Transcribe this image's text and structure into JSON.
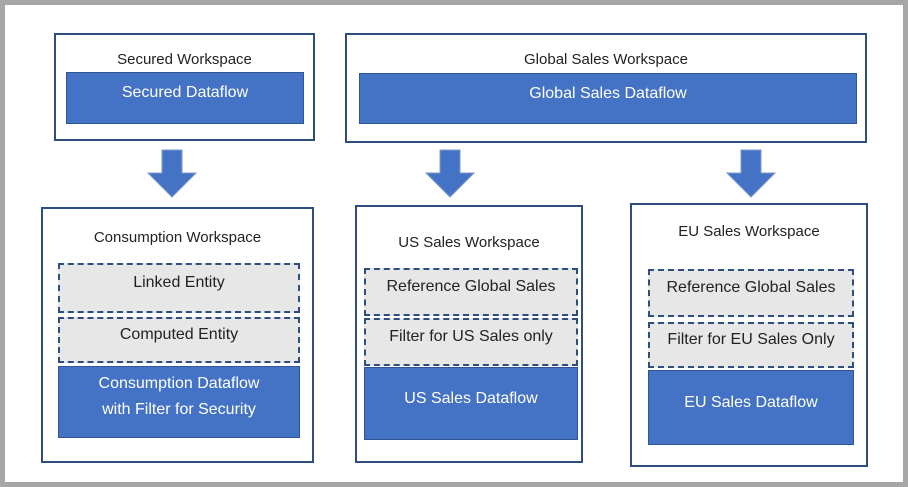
{
  "colors": {
    "accent_blue": "#4472C4",
    "accent_blue_dark": "#2F5597",
    "navy_border": "#2E4E7E",
    "entity_gray": "#E8E7E7",
    "frame_gray": "#A6A6A6",
    "arrow_edge": "#7C99CE",
    "text_dark": "#222222",
    "text_light": "#FFFFFF"
  },
  "workspaces": {
    "secured": {
      "title": "Secured Workspace",
      "dataflow": "Secured Dataflow"
    },
    "global": {
      "title": "Global Sales Workspace",
      "dataflow": "Global Sales Dataflow"
    },
    "consumption": {
      "title": "Consumption Workspace",
      "entities": [
        "Linked Entity",
        "Computed Entity"
      ],
      "dataflow_lines": [
        "Consumption Dataflow",
        "with Filter for Security"
      ]
    },
    "us": {
      "title": "US Sales Workspace",
      "entities": [
        "Reference Global Sales",
        "Filter for US Sales only"
      ],
      "dataflow": "US Sales Dataflow"
    },
    "eu": {
      "title": "EU Sales Workspace",
      "entities": [
        "Reference Global Sales",
        "Filter for EU Sales Only"
      ],
      "dataflow": "EU Sales Dataflow"
    }
  },
  "icons": {
    "arrow": "down-block-arrow"
  }
}
